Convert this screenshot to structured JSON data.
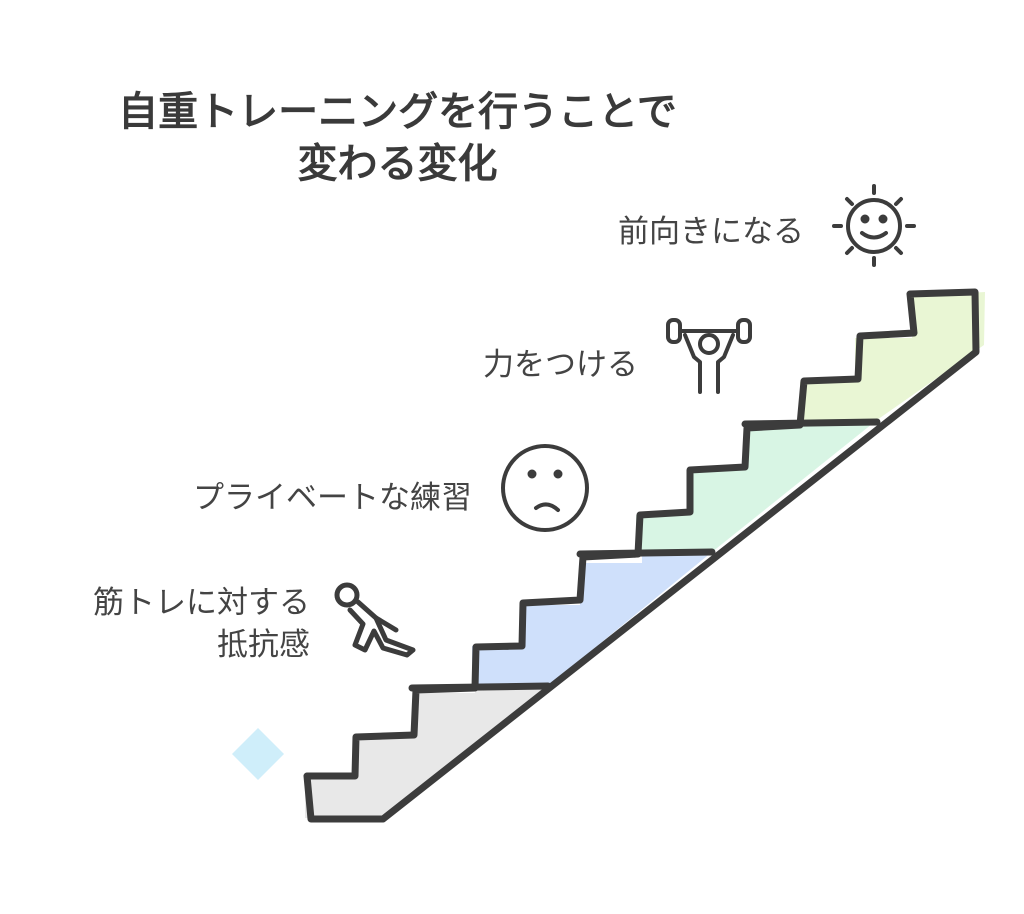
{
  "title": {
    "line1": "自重トレーニングを行うことで",
    "line2": "変わる変化"
  },
  "steps": [
    {
      "label_line1": "筋トレに対する",
      "label_line2": "抵抗感",
      "icon": "crawling-person-icon",
      "color": "#e8e8e8"
    },
    {
      "label": "プライベートな練習",
      "icon": "worried-face-icon",
      "color": "#cfe0fb"
    },
    {
      "label": "力をつける",
      "icon": "weightlifter-icon",
      "color": "#d8f5e4"
    },
    {
      "label": "前向きになる",
      "icon": "smiling-sun-icon",
      "color": "#e9f6d4"
    }
  ],
  "colors": {
    "stroke": "#3c3c3c",
    "text": "#444444",
    "accent_diamond": "#cfeefa"
  }
}
